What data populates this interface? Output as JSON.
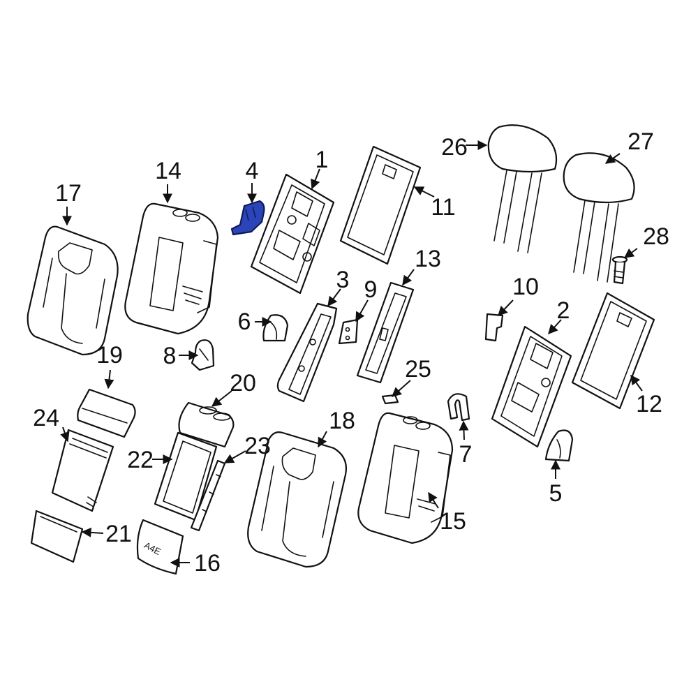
{
  "diagram": {
    "highlight_color": "#2b44b8",
    "highlighted_callout": "4",
    "callouts": [
      "1",
      "2",
      "3",
      "4",
      "5",
      "6",
      "7",
      "8",
      "9",
      "10",
      "11",
      "12",
      "13",
      "14",
      "15",
      "16",
      "17",
      "18",
      "19",
      "20",
      "21",
      "22",
      "23",
      "24",
      "25",
      "26",
      "27",
      "28"
    ],
    "part_marking": "A4E"
  }
}
